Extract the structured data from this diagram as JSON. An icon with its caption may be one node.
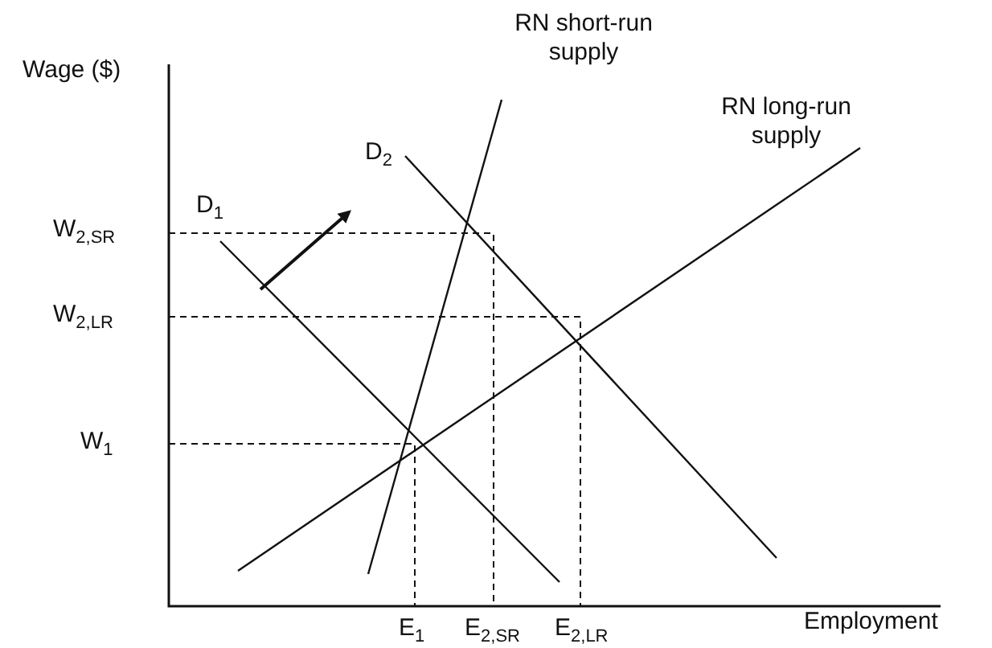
{
  "diagram": {
    "labels": [
      "RN short-run supply",
      "Wage ($)",
      "RN long-run supply",
      "D$_{2}$",
      "W$_{2,SR}$",
      "D$_{1}$",
      "W$_{2,LR}$",
      "W$_{1}$",
      "E$_{1}$",
      "E$_{2,SR}$",
      "E$_{2,LR}$",
      "Employment"
    ]
  }
}
